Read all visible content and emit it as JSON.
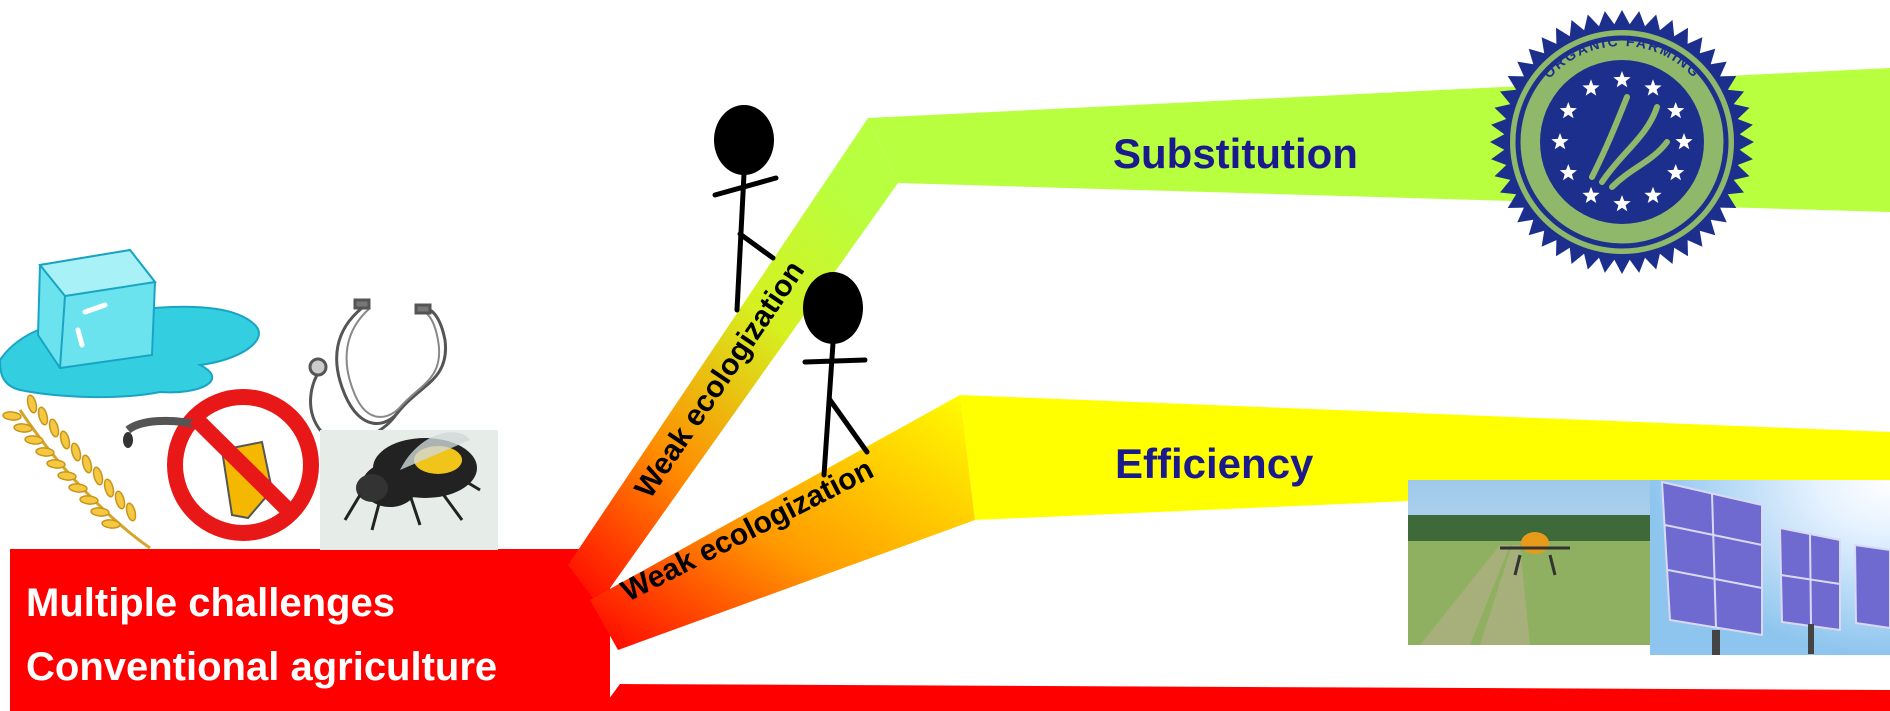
{
  "colors": {
    "conventional": "#ff0000",
    "substitution": "#b8ff3f",
    "efficiency": "#ffff00",
    "label_path": "#1a1a8c",
    "label_base": "#ffffff"
  },
  "base": {
    "line1": "Multiple challenges",
    "line2": "Conventional agriculture"
  },
  "paths": {
    "substitution": {
      "name": "Substitution",
      "transition_label": "Weak ecologization",
      "icon": "organic-farming-seal",
      "seal_text": "ORGANIC FARMING"
    },
    "efficiency": {
      "name": "Efficiency",
      "transition_label": "Weak ecologization",
      "icons": [
        "drone-in-field",
        "solar-panels"
      ]
    }
  },
  "challenge_icons": [
    "melting-ice-cube-icon",
    "wheat-icon",
    "no-fuel-icon",
    "stethoscope-icon",
    "bumblebee-icon"
  ],
  "actors": [
    "stick-figure-upper",
    "stick-figure-lower"
  ]
}
